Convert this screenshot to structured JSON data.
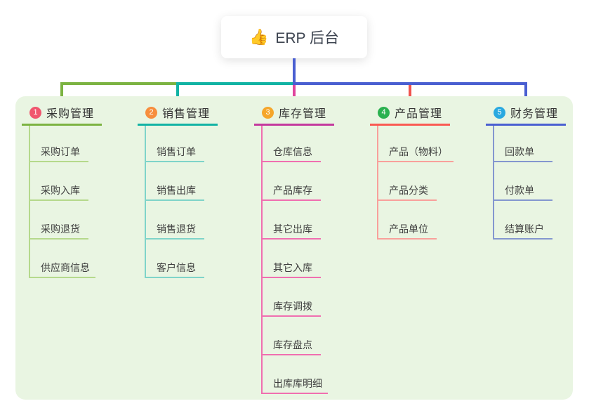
{
  "root": {
    "label": "ERP 后台",
    "icon": {
      "name": "thumbs-up",
      "char": "👍",
      "color": "#f1b31c"
    }
  },
  "panel": {
    "background": "#e9f5e2"
  },
  "connectors": {
    "root_line_color": "#4a5fd1"
  },
  "branches": [
    {
      "badge": "1",
      "label": "采购管理",
      "badge_color": "#f0566e",
      "line_color": "#7cb342",
      "drop_color": "#7cb342",
      "child_line_color": "#b5d98c",
      "children": [
        "采购订单",
        "采购入库",
        "采购退货",
        "供应商信息"
      ]
    },
    {
      "badge": "2",
      "label": "销售管理",
      "badge_color": "#f78e3d",
      "line_color": "#12b3a4",
      "drop_color": "#12b3a4",
      "child_line_color": "#7fd4c9",
      "children": [
        "销售订单",
        "销售出库",
        "销售退货",
        "客户信息"
      ]
    },
    {
      "badge": "3",
      "label": "库存管理",
      "badge_color": "#f5a62a",
      "line_color": "#c4399e",
      "drop_color": "#e0459d",
      "child_line_color": "#f06fb0",
      "children": [
        "仓库信息",
        "产品库存",
        "其它出库",
        "其它入库",
        "库存调拨",
        "库存盘点",
        "出库库明细"
      ]
    },
    {
      "badge": "4",
      "label": "产品管理",
      "badge_color": "#2bb150",
      "line_color": "#fa5a52",
      "drop_color": "#f0544f",
      "child_line_color": "#f9a09b",
      "children": [
        "产品（物料）",
        "产品分类",
        "产品单位"
      ]
    },
    {
      "badge": "5",
      "label": "财务管理",
      "badge_color": "#29a9e0",
      "line_color": "#4a5fd1",
      "drop_color": "#4a5fd1",
      "child_line_color": "#8497cf",
      "children": [
        "回款单",
        "付款单",
        "结算账户"
      ]
    }
  ]
}
